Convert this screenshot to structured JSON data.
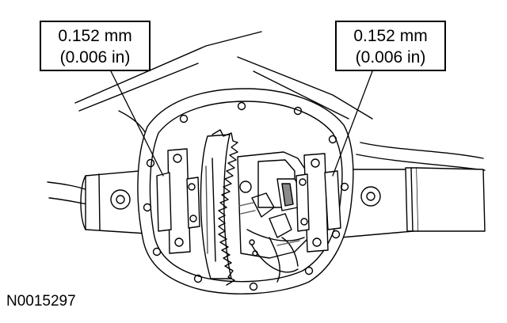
{
  "callouts": {
    "left": {
      "line1": "0.152 mm",
      "line2": "(0.006 in)"
    },
    "right": {
      "line1": "0.152 mm",
      "line2": "(0.006 in)"
    }
  },
  "figure_id": "N0015297",
  "colors": {
    "ink": "#000000",
    "paper": "#ffffff",
    "shade": "#8a8a8a"
  }
}
